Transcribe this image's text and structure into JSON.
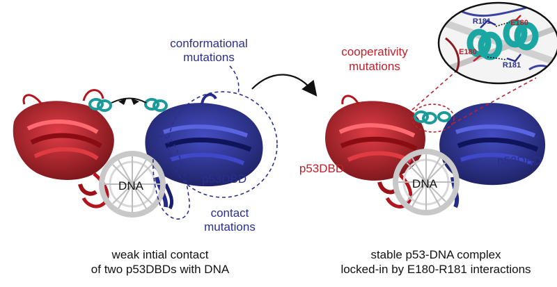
{
  "left_panel": {
    "conformational_label_line1": "conformational",
    "conformational_label_line2": "mutations",
    "contact_label_line1": "contact",
    "contact_label_line2": "mutations",
    "protein_label": "p53DBD",
    "dna_label": "DNA",
    "caption_line1": "weak intial contact",
    "caption_line2": "of two p53DBDs with DNA"
  },
  "right_panel": {
    "cooperativity_label_line1": "cooperativity",
    "cooperativity_label_line2": "mutations",
    "protein_left_label": "p53DBD",
    "protein_right_label": "p53DBD",
    "dna_label": "DNA",
    "caption_line1": "stable p53-DNA complex",
    "caption_line2": "locked-in by E180-R181 interactions"
  },
  "inset": {
    "residue_top_left": "R181",
    "residue_top_right": "E180",
    "residue_bottom_left": "E180",
    "residue_bottom_right": "R181"
  },
  "colors": {
    "protein_red": "#b3141e",
    "protein_navy": "#242a8a",
    "helix_teal": "#1a9a98",
    "dna_gray": "#c8c8c8",
    "label_navy": "#2a2f8c",
    "label_red": "#c0202a"
  }
}
